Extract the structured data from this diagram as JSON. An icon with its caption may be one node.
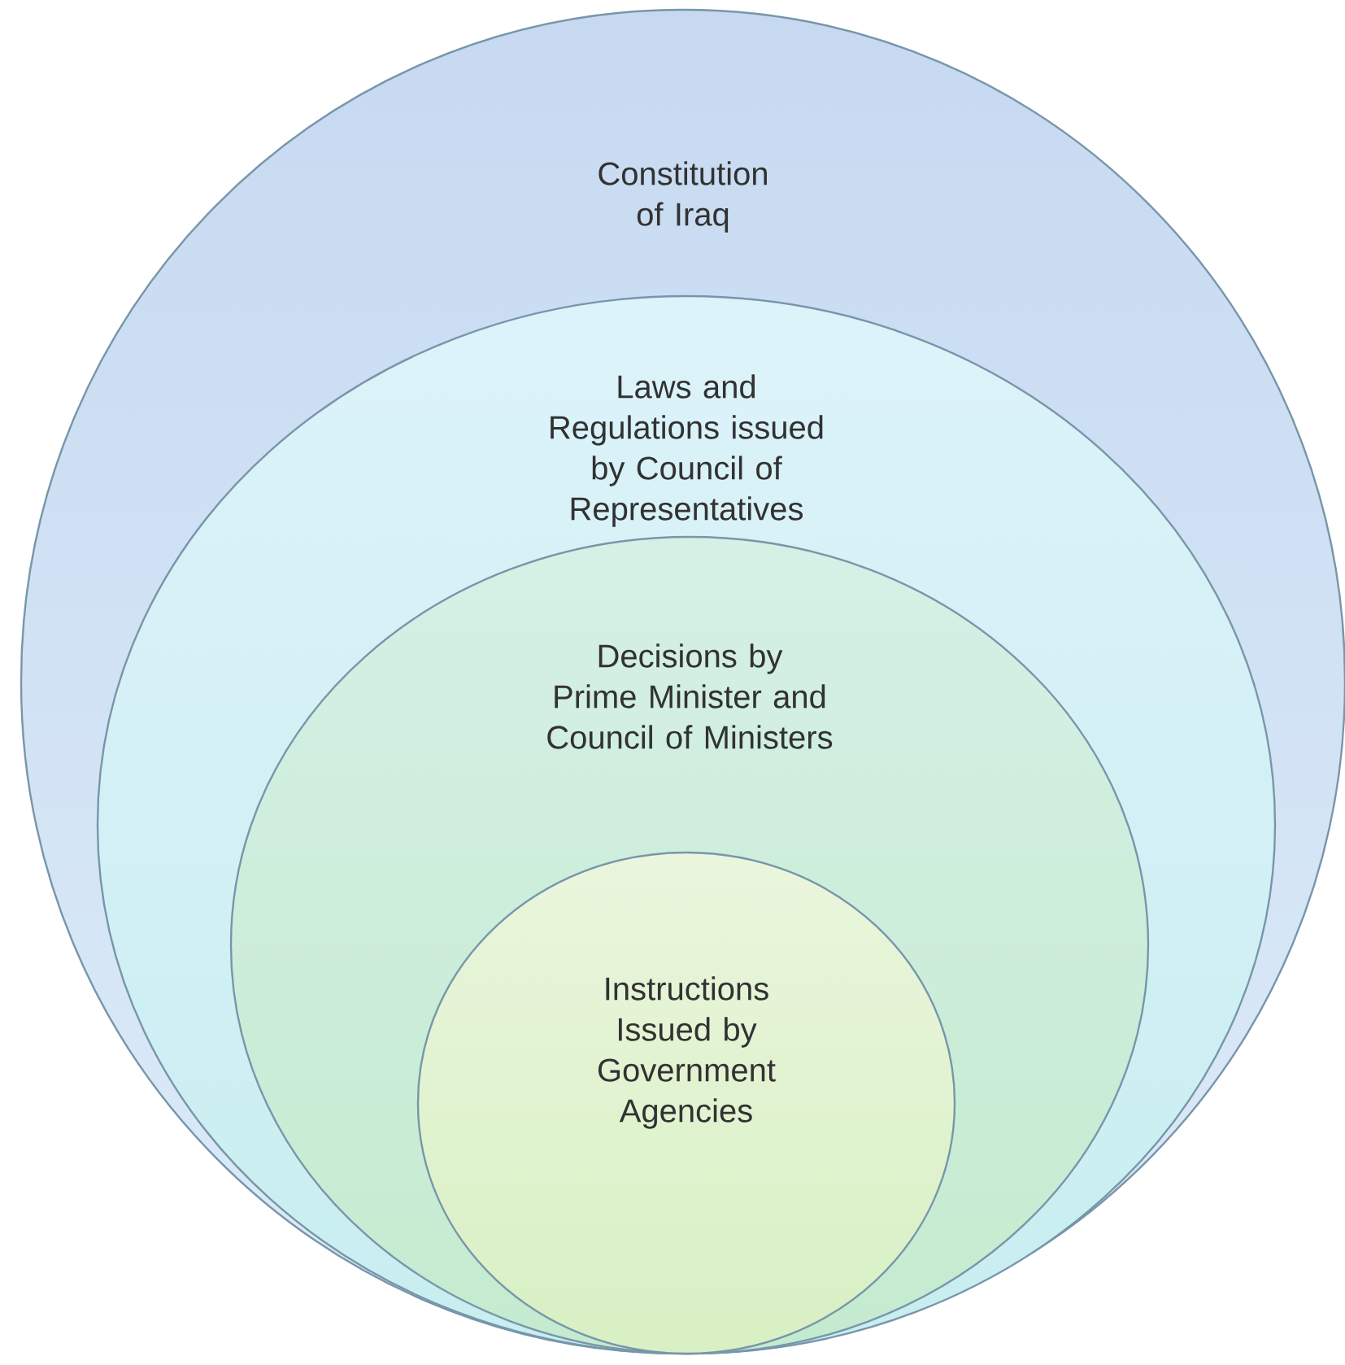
{
  "diagram": {
    "nodes": [
      {
        "text": [
          "Constitution of Iraq"
        ]
      },
      {
        "text": [
          "Laws and Regulations issued by Council of Representatives"
        ],
        "in": 0
      },
      {
        "text": [
          "Decisions by Prime Minister and Council of Ministers"
        ],
        "in": 1
      },
      {
        "text": [
          "Instructions Issued by Government Agencies"
        ],
        "in": 2
      }
    ]
  }
}
